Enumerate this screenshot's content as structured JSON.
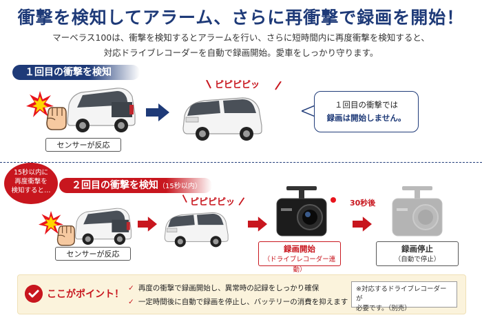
{
  "title": "衝撃を検知してアラーム、さらに再衝撃で録画を開始！",
  "description": {
    "line1": "マーベラス100は、衝撃を検知するとアラームを行い、さらに短時間内に再度衝撃を検知すると、",
    "line2": "対応ドライブレコーダーを自動で録画開始。愛車をしっかり守ります。"
  },
  "step1": {
    "heading": "１回目の衝撃を検知",
    "sensor_label": "センサーが反応",
    "beep": "ピピピピッ",
    "bubble": {
      "line1": "１回目の衝撃では",
      "line2": "録画は開始しません。"
    }
  },
  "step2": {
    "heading": "２回目の衝撃を検知",
    "heading_sub": "（15秒以内）",
    "condition_note": {
      "line1": "15秒以内に",
      "line2": "再度衝撃を",
      "line3": "検知すると…"
    },
    "sensor_label": "センサーが反応",
    "beep": "ピピピピッ",
    "after_label": "30秒後",
    "recording_start": {
      "main": "録画開始",
      "sub": "（ドライブレコーダー連動）"
    },
    "recording_stop": {
      "main": "録画停止",
      "sub": "（自動で停止）"
    }
  },
  "point": {
    "title": "ここがポイント！",
    "items": [
      "再度の衝撃で録画開始し、異常時の記録をしっかり確保",
      "一定時間後に自動で録画を停止し、バッテリーの消費を抑えます"
    ],
    "note": {
      "line1": "※対応するドライブレコーダーが",
      "line2": "必要です。（別売）"
    }
  },
  "icons": {
    "impact": "impact-burst-icon",
    "fist": "fist-icon",
    "arrow": "right-arrow-icon",
    "check": "check-icon",
    "car": "minivan-icon",
    "camera": "dashcam-icon"
  },
  "colors": {
    "navy": "#1e3a78",
    "red": "#c8161e",
    "point_bg": "#fbf3dc"
  }
}
